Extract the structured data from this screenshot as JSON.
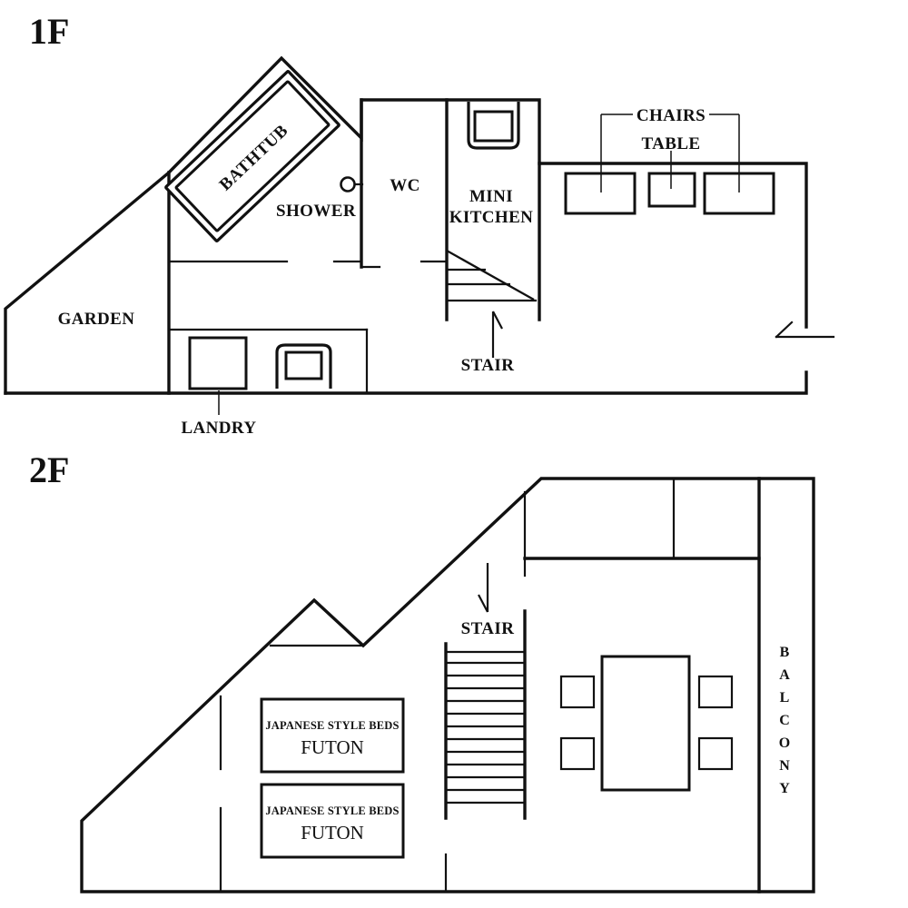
{
  "document": {
    "type": "architectural-floor-plan",
    "line_color": "#111111",
    "background_color": "#ffffff"
  },
  "floors": [
    {
      "id": "1F",
      "title": "1F",
      "labels": {
        "garden": "GARDEN",
        "bathtub": "BATHTUB",
        "shower": "SHOWER",
        "wc": "WC",
        "mini_kitchen_line1": "MINI",
        "mini_kitchen_line2": "KITCHEN",
        "stair": "STAIR",
        "laundry": "LANDRY",
        "chairs": "CHAIRS",
        "table": "TABLE"
      }
    },
    {
      "id": "2F",
      "title": "2F",
      "labels": {
        "stair": "STAIR",
        "balcony": "BALCONY",
        "futon_sub": "JAPANESE STYLE BEDS",
        "futon_main": "FUTON"
      },
      "balcony_letters": [
        "B",
        "A",
        "L",
        "C",
        "O",
        "N",
        "Y"
      ],
      "futons": [
        {
          "sub": "JAPANESE STYLE BEDS",
          "main": "FUTON"
        },
        {
          "sub": "JAPANESE STYLE BEDS",
          "main": "FUTON"
        }
      ]
    }
  ]
}
